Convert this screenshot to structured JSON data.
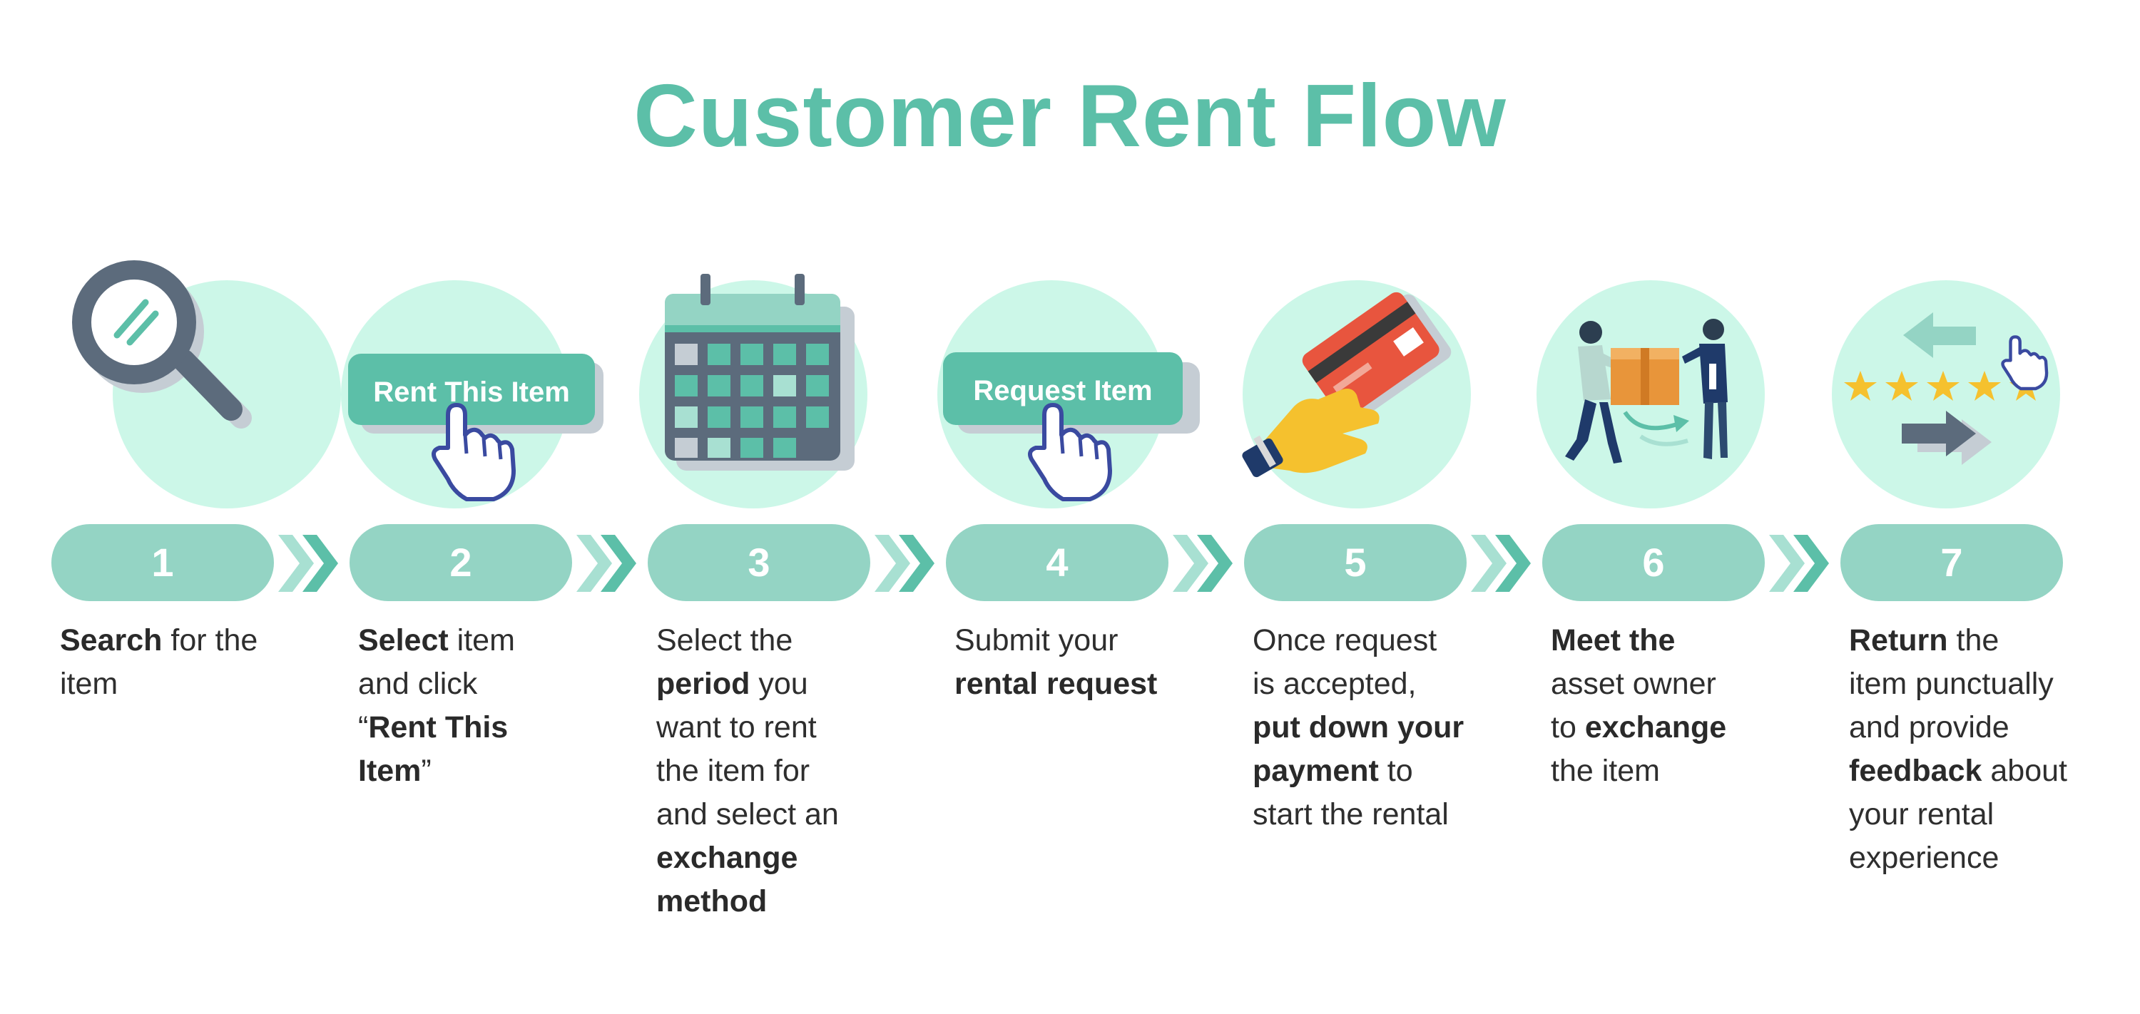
{
  "title": "Customer Rent Flow",
  "colors": {
    "teal": "#5cbfa8",
    "pill": "#94d4c4",
    "circle": "#ccf7e8",
    "slate": "#5c6b7c"
  },
  "steps": [
    {
      "number": "1",
      "icon": "magnifier-icon",
      "lines": [
        [
          {
            "t": "Search",
            "b": true
          },
          {
            "t": " for the",
            "b": false
          }
        ],
        [
          {
            "t": "item",
            "b": false
          }
        ]
      ]
    },
    {
      "number": "2",
      "icon": "rent-button-icon",
      "button_label": "Rent This Item",
      "lines": [
        [
          {
            "t": "Select",
            "b": true
          },
          {
            "t": " item",
            "b": false
          }
        ],
        [
          {
            "t": "and click",
            "b": false
          }
        ],
        [
          {
            "t": "“",
            "b": false
          },
          {
            "t": "Rent This",
            "b": true
          }
        ],
        [
          {
            "t": "Item",
            "b": true
          },
          {
            "t": "”",
            "b": false
          }
        ]
      ]
    },
    {
      "number": "3",
      "icon": "calendar-icon",
      "lines": [
        [
          {
            "t": "Select the",
            "b": false
          }
        ],
        [
          {
            "t": "period",
            "b": true
          },
          {
            "t": " you",
            "b": false
          }
        ],
        [
          {
            "t": "want to rent",
            "b": false
          }
        ],
        [
          {
            "t": "the item for",
            "b": false
          }
        ],
        [
          {
            "t": "and select an",
            "b": false
          }
        ],
        [
          {
            "t": "exchange",
            "b": true
          }
        ],
        [
          {
            "t": "method",
            "b": true
          }
        ]
      ]
    },
    {
      "number": "4",
      "icon": "request-button-icon",
      "button_label": "Request Item",
      "lines": [
        [
          {
            "t": "Submit your",
            "b": false
          }
        ],
        [
          {
            "t": "rental request",
            "b": true
          }
        ]
      ]
    },
    {
      "number": "5",
      "icon": "credit-card-icon",
      "lines": [
        [
          {
            "t": "Once request",
            "b": false
          }
        ],
        [
          {
            "t": "is accepted,",
            "b": false
          }
        ],
        [
          {
            "t": "put down your",
            "b": true
          }
        ],
        [
          {
            "t": "payment",
            "b": true
          },
          {
            "t": " to",
            "b": false
          }
        ],
        [
          {
            "t": "start the rental",
            "b": false
          }
        ]
      ]
    },
    {
      "number": "6",
      "icon": "handover-people-icon",
      "lines": [
        [
          {
            "t": "Meet the",
            "b": true
          }
        ],
        [
          {
            "t": "asset owner",
            "b": false
          }
        ],
        [
          {
            "t": "to ",
            "b": false
          },
          {
            "t": "exchange",
            "b": true
          }
        ],
        [
          {
            "t": "the item",
            "b": false
          }
        ]
      ]
    },
    {
      "number": "7",
      "icon": "feedback-stars-icon",
      "lines": [
        [
          {
            "t": "Return",
            "b": true
          },
          {
            "t": " the",
            "b": false
          }
        ],
        [
          {
            "t": "item punctually",
            "b": false
          }
        ],
        [
          {
            "t": "and provide",
            "b": false
          }
        ],
        [
          {
            "t": "feedback",
            "b": true
          },
          {
            "t": " about",
            "b": false
          }
        ],
        [
          {
            "t": "your rental",
            "b": false
          }
        ],
        [
          {
            "t": "experience",
            "b": false
          }
        ]
      ]
    }
  ]
}
